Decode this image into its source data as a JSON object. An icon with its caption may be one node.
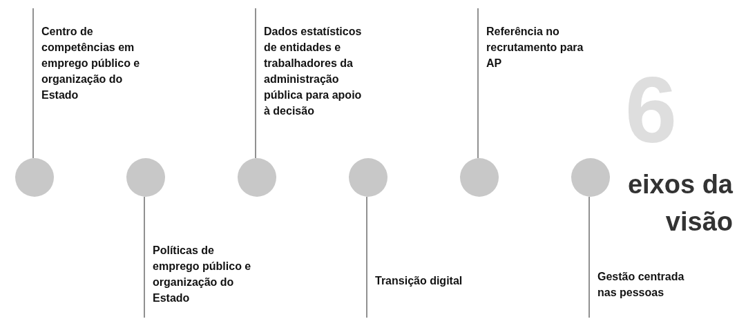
{
  "diagram": {
    "nodes": [
      {
        "text": [],
        "shape": "circle"
      },
      {
        "text": [],
        "shape": "circle"
      },
      {
        "text": [],
        "shape": "circle"
      },
      {
        "text": [],
        "shape": "circle"
      },
      {
        "text": [],
        "shape": "circle"
      },
      {
        "text": [],
        "shape": "circle"
      },
      {
        "text": [
          "Centro de competências em emprego público e organização do Estado"
        ]
      },
      {
        "text": [
          "Políticas de emprego público e organização do Estado"
        ]
      },
      {
        "text": [
          "Dados estatísticos de entidades e trabalhadores da administração pública para apoio à decisão"
        ]
      },
      {
        "text": [
          "Transição digital"
        ]
      },
      {
        "text": [
          "Referência no recrutamento para AP"
        ]
      },
      {
        "text": [
          "Gestão centrada nas pessoas"
        ]
      }
    ],
    "edges": [
      {
        "from": 6,
        "to": 0,
        "arrow": "none"
      },
      {
        "from": 7,
        "to": 1,
        "arrow": "none"
      },
      {
        "from": 8,
        "to": 2,
        "arrow": "none"
      },
      {
        "from": 9,
        "to": 3,
        "arrow": "none"
      },
      {
        "from": 10,
        "to": 4,
        "arrow": "none"
      },
      {
        "from": 11,
        "to": 5,
        "arrow": "none"
      }
    ],
    "labels": [
      "6",
      "eixos da visão"
    ]
  }
}
